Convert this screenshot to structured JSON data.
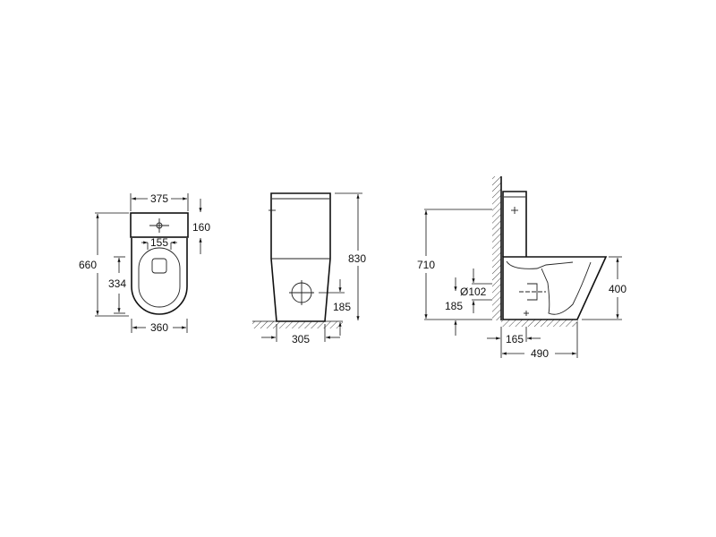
{
  "views": {
    "top": {
      "dim_width_tank": "375",
      "dim_tank_depth": "160",
      "dim_holes": "155",
      "dim_total_length": "660",
      "dim_seat": "334",
      "dim_bowl_width": "360"
    },
    "front": {
      "dim_height": "830",
      "dim_outlet_height": "185",
      "dim_base_width": "305"
    },
    "side": {
      "dim_tank_height": "710",
      "dim_outlet_diameter": "Ø102",
      "dim_outlet_height": "185",
      "dim_bowl_height": "400",
      "dim_outlet_offset": "165",
      "dim_depth": "490"
    }
  },
  "colors": {
    "line": "#111111",
    "background": "#ffffff"
  }
}
